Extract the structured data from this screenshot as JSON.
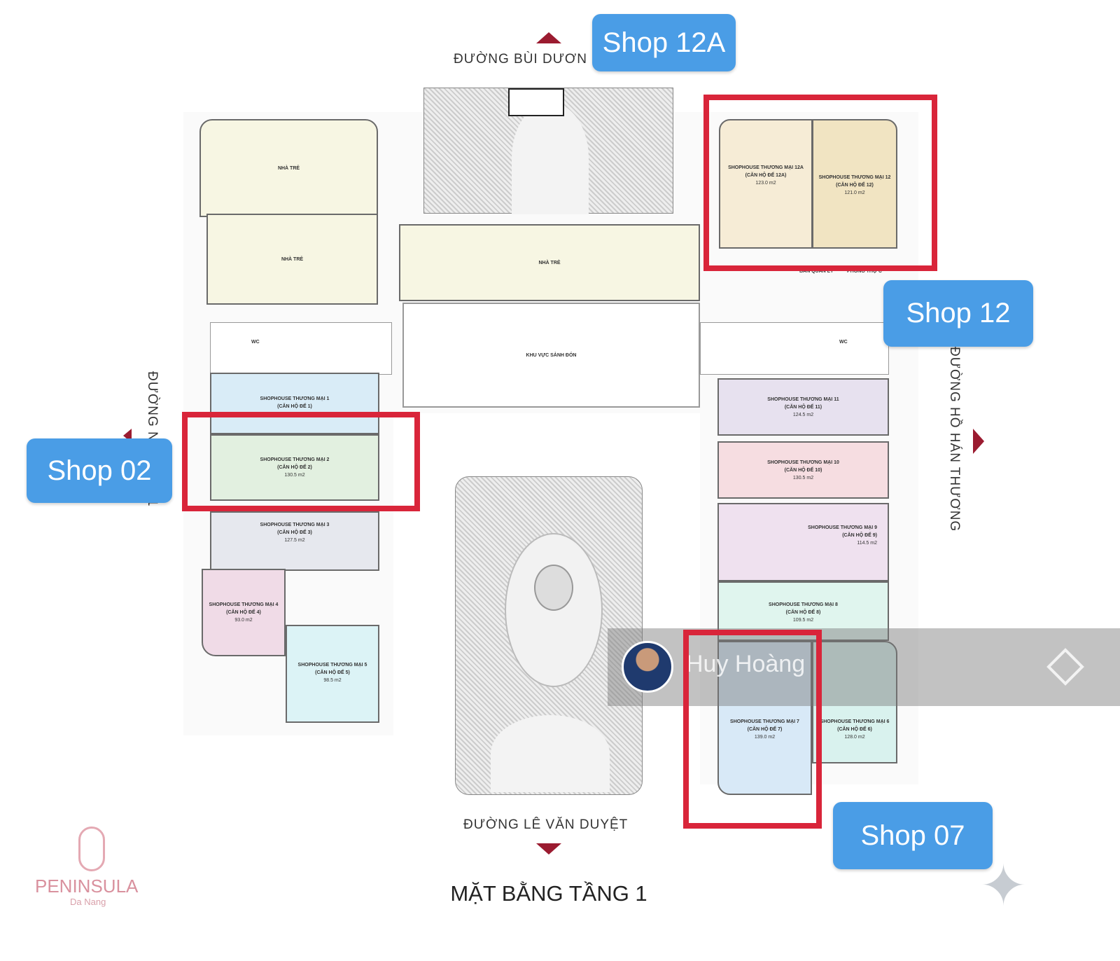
{
  "roads": {
    "north": "ĐƯỜNG BÙI DƯƠN",
    "south": "ĐƯỜNG LÊ VĂN DUYỆT",
    "east": "ĐƯỜNG HỒ HÁN THƯƠNG",
    "west": "ĐƯỜNG N",
    "west_tail": "1"
  },
  "areas": {
    "nursery_1": "NHÀ TRẺ",
    "nursery_2": "NHÀ TRẺ",
    "nursery_3": "NHÀ TRẺ",
    "lobby": "KHU VỰC SẢNH ĐÓN",
    "management": "BAN QUẢN LÝ",
    "service": "PHÒNG THỢ C",
    "wc_left": "WC",
    "wc_right": "WC"
  },
  "shops": [
    {
      "id": "12A",
      "name": "SHOPHOUSE THƯƠNG MẠI 12A",
      "sub": "(CĂN HỘ ĐẾ 12A)",
      "area": "123.0 m2",
      "color": "#f6ecd6"
    },
    {
      "id": "12",
      "name": "SHOPHOUSE THƯƠNG MẠI 12",
      "sub": "(CĂN HỘ ĐẾ 12)",
      "area": "121.0 m2",
      "color": "#f1e4c2"
    },
    {
      "id": "1",
      "name": "SHOPHOUSE THƯƠNG MẠI 1",
      "sub": "(CĂN HỘ ĐẾ 1)",
      "area": "",
      "color": "#d9ecf7"
    },
    {
      "id": "2",
      "name": "SHOPHOUSE THƯƠNG MẠI 2",
      "sub": "(CĂN HỘ ĐẾ 2)",
      "area": "130.5 m2",
      "color": "#e2f0e0"
    },
    {
      "id": "3",
      "name": "SHOPHOUSE THƯƠNG MẠI 3",
      "sub": "(CĂN HỘ ĐẾ 3)",
      "area": "127.5 m2",
      "color": "#e6e8ee"
    },
    {
      "id": "4",
      "name": "SHOPHOUSE THƯƠNG MẠI 4",
      "sub": "(CĂN HỘ ĐẾ 4)",
      "area": "93.0 m2",
      "color": "#f0dbe7"
    },
    {
      "id": "5",
      "name": "SHOPHOUSE THƯƠNG MẠI 5",
      "sub": "(CĂN HỘ ĐẾ 5)",
      "area": "98.5 m2",
      "color": "#dcf3f6"
    },
    {
      "id": "11",
      "name": "SHOPHOUSE THƯƠNG MẠI 11",
      "sub": "(CĂN HỘ ĐẾ 11)",
      "area": "124.5 m2",
      "color": "#e7e1ef"
    },
    {
      "id": "10",
      "name": "SHOPHOUSE THƯƠNG MẠI 10",
      "sub": "(CĂN HỘ ĐẾ 10)",
      "area": "130.5 m2",
      "color": "#f6dde1"
    },
    {
      "id": "9",
      "name": "SHOPHOUSE THƯƠNG MẠI 9",
      "sub": "(CĂN HỘ ĐẾ 9)",
      "area": "114.5 m2",
      "color": "#efe1ef"
    },
    {
      "id": "8",
      "name": "SHOPHOUSE THƯƠNG MẠI 8",
      "sub": "(CĂN HỘ ĐẾ 8)",
      "area": "109.5 m2",
      "color": "#e0f5ee"
    },
    {
      "id": "7",
      "name": "SHOPHOUSE THƯƠNG MẠI 7",
      "sub": "(CĂN HỘ ĐẾ 7)",
      "area": "139.0 m2",
      "color": "#d8e9f7"
    },
    {
      "id": "6",
      "name": "SHOPHOUSE THƯƠNG MẠI 6",
      "sub": "(CĂN HỘ ĐẾ 6)",
      "area": "128.0 m2",
      "color": "#d9f2ee"
    }
  ],
  "tags": {
    "shop12a": "Shop 12A",
    "shop12": "Shop 12",
    "shop02": "Shop 02",
    "shop07": "Shop 07"
  },
  "title": "MẶT BẰNG TẦNG 1",
  "logo": {
    "name": "PENINSULA",
    "city": "Da Nang"
  },
  "watermark": {
    "author": "Huy Hoàng"
  },
  "colors": {
    "highlight": "#d9253a",
    "tag": "#4a9de6",
    "arrow": "#9b1b30"
  }
}
